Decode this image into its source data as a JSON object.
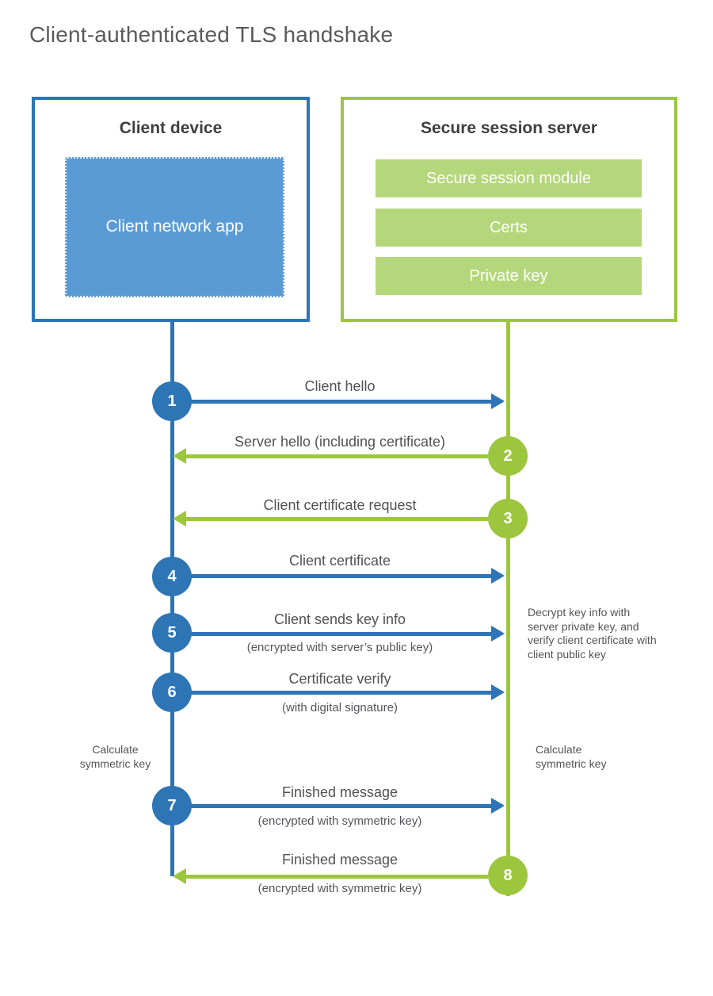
{
  "title": "Client-authenticated TLS handshake",
  "colors": {
    "blue": "#2e75b5",
    "blue_fill": "#5b9bd5",
    "green": "#9dc63f",
    "green_fill": "#b5d77c",
    "text": "#54555a"
  },
  "client": {
    "title": "Client device",
    "app_label": "Client network app"
  },
  "server": {
    "title": "Secure session server",
    "modules": [
      "Secure session module",
      "Certs",
      "Private key"
    ]
  },
  "steps": [
    {
      "num": "1",
      "direction": "client-to-server",
      "label": "Client hello",
      "sub": ""
    },
    {
      "num": "2",
      "direction": "server-to-client",
      "label": "Server hello (including certificate)",
      "sub": ""
    },
    {
      "num": "3",
      "direction": "server-to-client",
      "label": "Client certificate request",
      "sub": ""
    },
    {
      "num": "4",
      "direction": "client-to-server",
      "label": "Client certificate",
      "sub": ""
    },
    {
      "num": "5",
      "direction": "client-to-server",
      "label": "Client sends key info",
      "sub": "(encrypted with server’s public key)"
    },
    {
      "num": "6",
      "direction": "client-to-server",
      "label": "Certificate verify",
      "sub": "(with digital signature)"
    },
    {
      "num": "7",
      "direction": "client-to-server",
      "label": "Finished message",
      "sub": "(encrypted with symmetric key)"
    },
    {
      "num": "8",
      "direction": "server-to-client",
      "label": "Finished message",
      "sub": "(encrypted with symmetric key)"
    }
  ],
  "annotations": {
    "decrypt_note": "Decrypt key info with server private key, and verify client certificate with client public key",
    "calc_left": "Calculate symmetric key",
    "calc_right": "Calculate symmetric key"
  }
}
